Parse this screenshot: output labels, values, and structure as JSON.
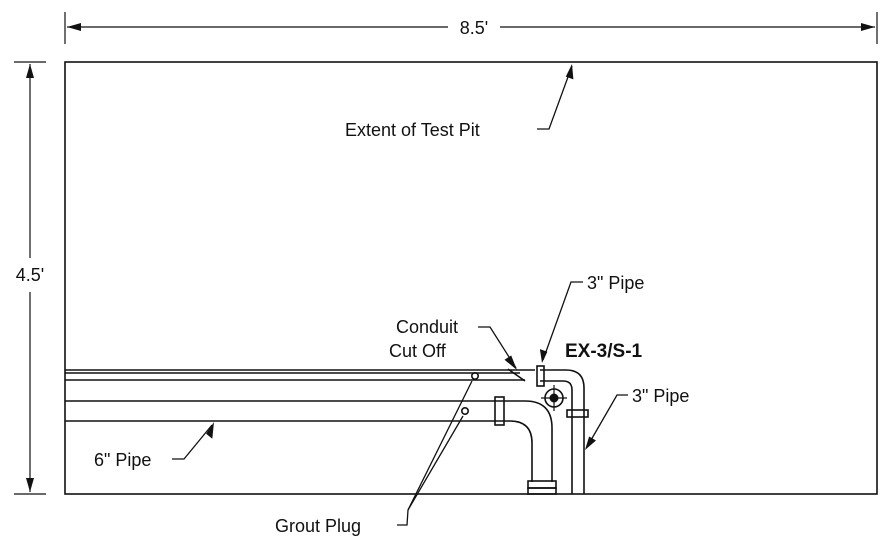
{
  "dimensions": {
    "width_label": "8.5'",
    "height_label": "4.5'"
  },
  "labels": {
    "extent": "Extent of Test Pit",
    "conduit_line1": "Conduit",
    "conduit_line2": "Cut Off",
    "pipe3_top": "3\" Pipe",
    "sample_id": "EX-3/S-1",
    "pipe3_right": "3\" Pipe",
    "pipe6": "6\" Pipe",
    "grout": "Grout Plug"
  },
  "colors": {
    "ink": "#111111",
    "background": "#ffffff"
  }
}
